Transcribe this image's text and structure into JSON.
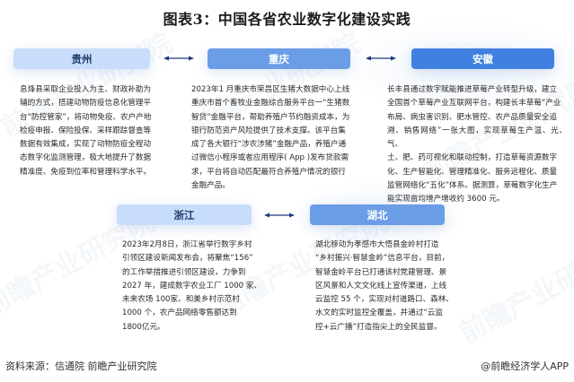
{
  "title": "图表3：中国各省农业数字化建设实践",
  "colors": {
    "light_box": "#c8ddf9",
    "mid_box": "#6a9de6",
    "dark_box": "#3f80e0",
    "arrow": "#1f3a7a"
  },
  "provinces": [
    {
      "name": "贵州",
      "style": "light",
      "description": "息烽县采取企业投入为主、财政补助为\n辅的方式，搭建动物防疫信息化管理平\n台“防控管家”，将动物免疫、农户产地\n检疫申报、保险投保、采样跟踪督查等\n数据有效集成，实现了动物防疫全程动\n态数字化监测管理，极大地提升了数据\n精准度、免疫到位率和管理科学水平。"
    },
    {
      "name": "重庆",
      "style": "mid",
      "description": "2023年1 月重庆市荣昌区生猪大数据中心上线\n重庆市首个畜牧业金融综合服务平台一“生猪数\n智贷”金融平台，帮助养殖户节约融资成本，为\n银行防范资产风险提供了技术支撑。该平台集\n成了各大银行“涉农涉猪”金融产品，养殖户通\n过微信小程序或者应用程序( App )发布贷款需\n求，平台将自动匹配最符合养殖户情况的银行\n金融产品。"
    },
    {
      "name": "安徽",
      "style": "dark",
      "description": "长丰县通过数字赋能推进草莓产业转型升级，建立\n全国首个草莓产业互联网平台，构建长丰草莓“产业\n布局、病虫害识别、肥水管控、农产品质量安全追\n溯、销售网络”一张大图，实现草莓生产温、光、气、\n土、肥、药可视化和联动控制，打造草莓资源数字\n化、生产智能化、管理精准化、服务远程化、质量\n监管网络化“五化”体系。据测算，草莓数字化生产\n能实现亩均增产增收约 3600 元。"
    },
    {
      "name": "浙江",
      "style": "light",
      "description": "2023年2月8日，浙江省举行数字乡村\n引领区建设新闻发布会，将聚焦“156”\n的工作举措推进引领区建设，力争到\n2027 年，建成数字农业工厂 1000 家、\n未来农场 100家、和美乡村示范村\n1000 个，农产品网络零售额达到\n1800亿元。"
    },
    {
      "name": "湖北",
      "style": "mid",
      "description": "湖北移动为孝感市大悟县金岭村打造\n“乡村振兴·智慧金岭”信息平台，目前，\n智慧金岭平台已打通该村党建管理、景\n区风景和人文文化线上宣传渠道，上线\n云监控 55 个，实现对村道路口、森林、\n水文的实时监控全覆盖，并通过“云监\n控+云广播”打造指尖上的全民监督。"
    }
  ],
  "footer": {
    "source": "资料来源：信通院 前瞻产业研究院",
    "credit": "@前瞻经济学人APP"
  },
  "watermark": "前瞻产业研究院"
}
